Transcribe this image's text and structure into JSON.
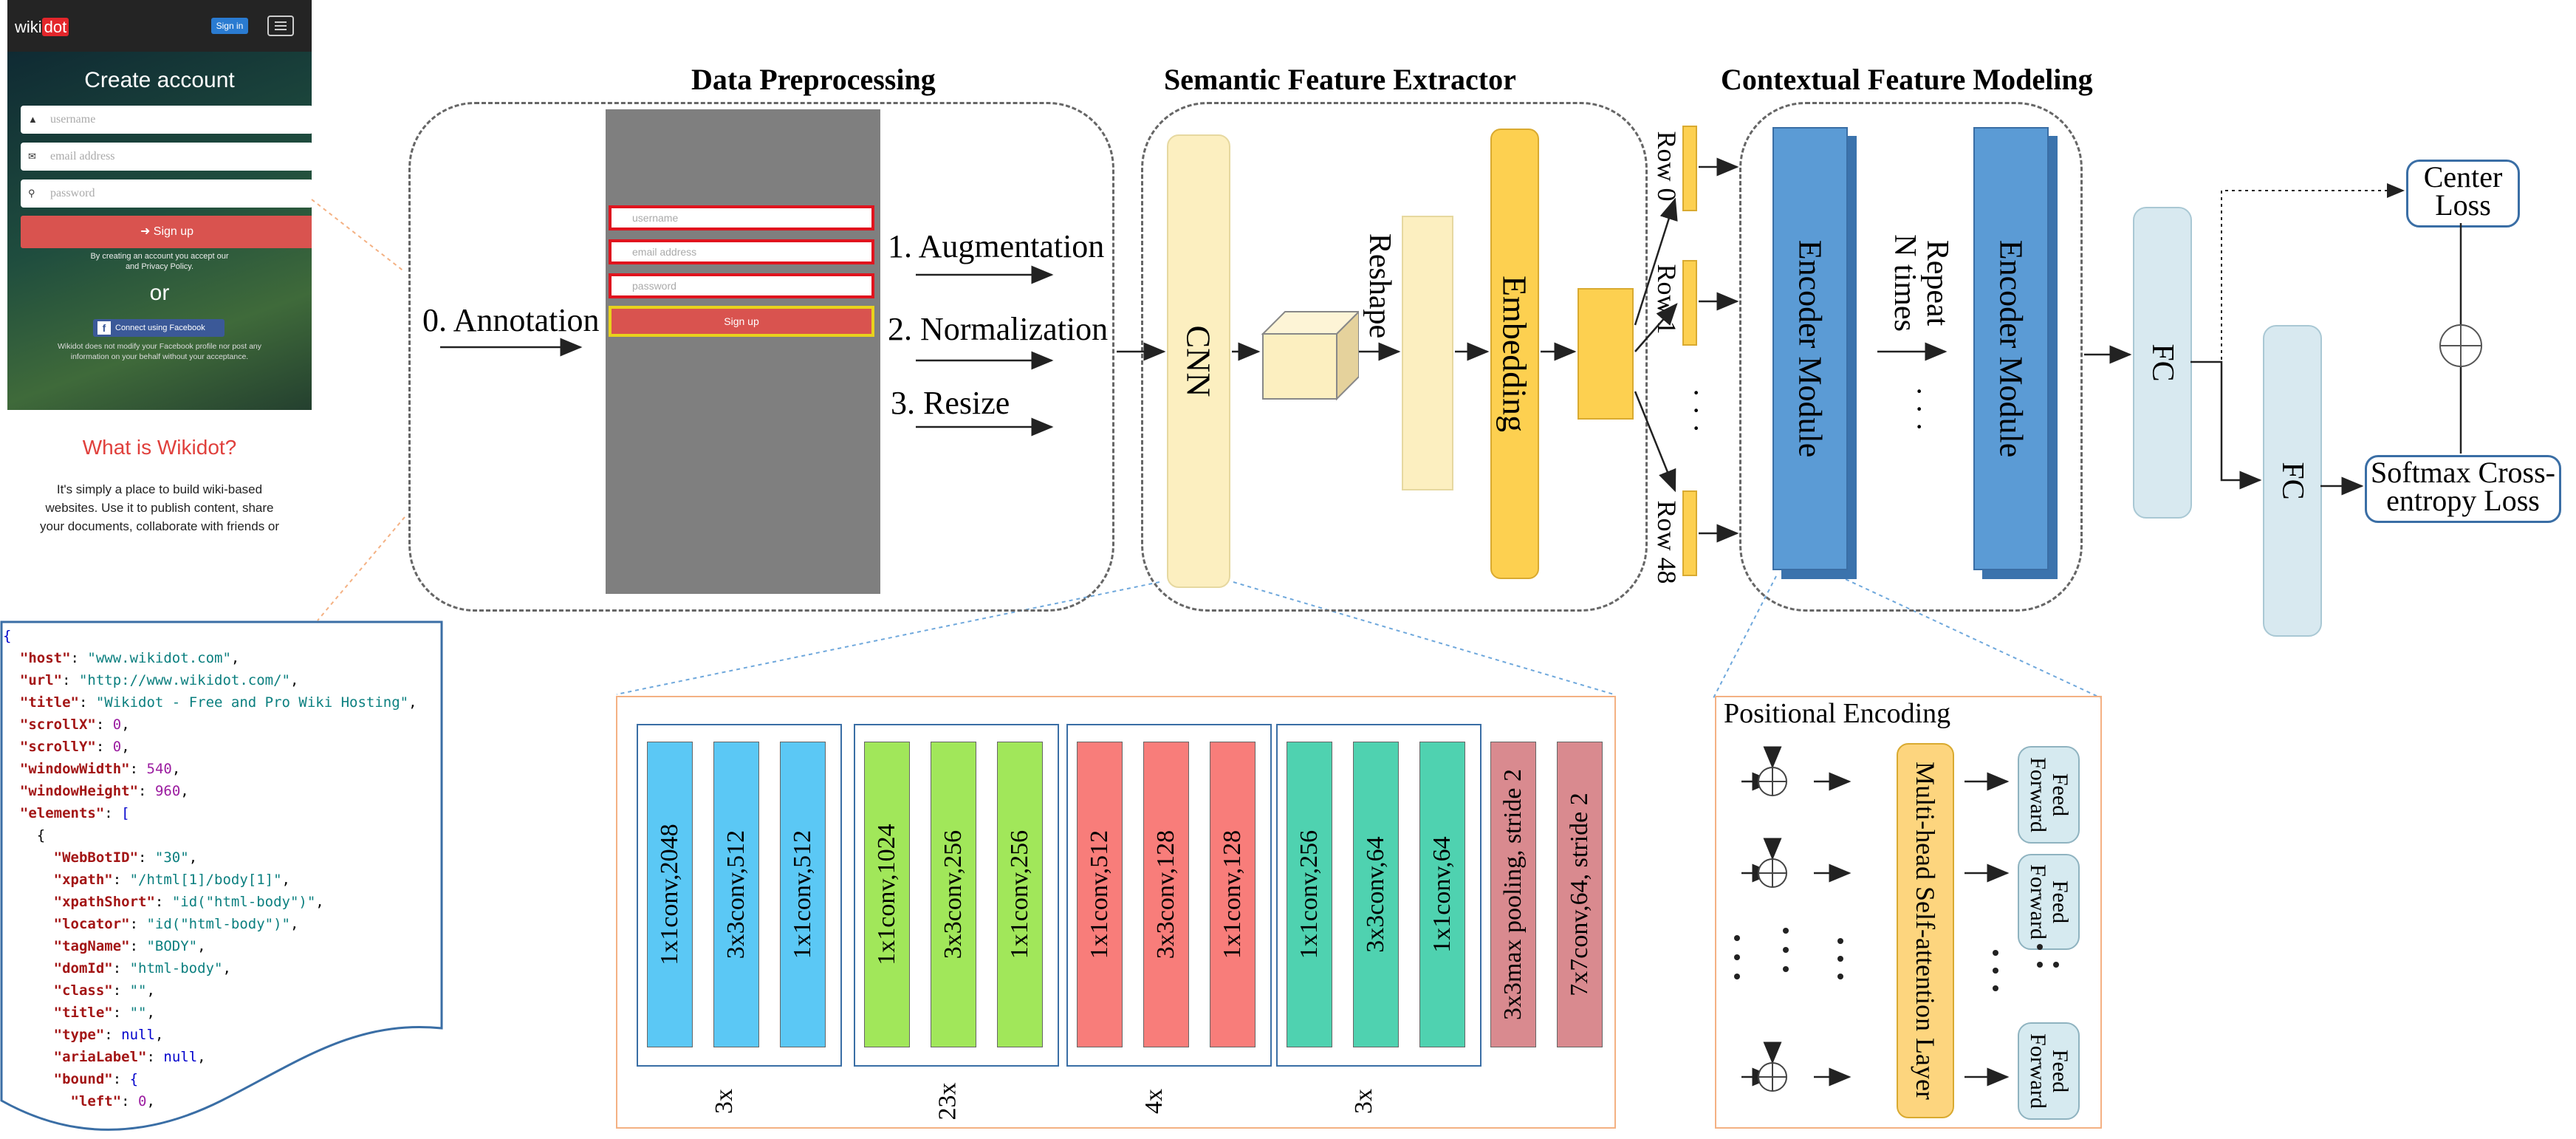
{
  "wikidot": {
    "logo_wiki": "wiki",
    "logo_dot": "dot",
    "sign_in": "Sign in",
    "create_title": "Create account",
    "username_ph": "username",
    "email_ph": "email address",
    "password_ph": "password",
    "signup": "Sign up",
    "terms_line1": "By creating an account you accept our",
    "terms_line2": "and Privacy Policy.",
    "or": "or",
    "facebook": "Connect using Facebook",
    "fb_note_1": "Wikidot does not modify your Facebook profile nor post any",
    "fb_note_2": "information on your behalf without your acceptance.",
    "what_title": "What is Wikidot?",
    "what_body_1": "It's simply a place to build wiki-based",
    "what_body_2": "websites. Use it to publish content, share",
    "what_body_3": "your documents, collaborate with friends or"
  },
  "json_doc": {
    "open": "{",
    "lines": [
      {
        "k": "\"host\"",
        "v": "\"www.wikidot.com\"",
        "t": "s",
        "ind": 1
      },
      {
        "k": "\"url\"",
        "v": "\"http://www.wikidot.com/\"",
        "t": "s",
        "ind": 1
      },
      {
        "k": "\"title\"",
        "v": "\"Wikidot - Free and Pro Wiki Hosting\"",
        "t": "s",
        "ind": 1
      },
      {
        "k": "\"scrollX\"",
        "v": "0",
        "t": "n",
        "ind": 1
      },
      {
        "k": "\"scrollY\"",
        "v": "0",
        "t": "n",
        "ind": 1
      },
      {
        "k": "\"windowWidth\"",
        "v": "540",
        "t": "n",
        "ind": 1
      },
      {
        "k": "\"windowHeight\"",
        "v": "960",
        "t": "n",
        "ind": 1
      },
      {
        "k": "\"elements\"",
        "v": "[",
        "t": "nl",
        "ind": 1
      },
      {
        "k": "",
        "v": "{",
        "t": "p",
        "ind": 2
      },
      {
        "k": "\"WebBotID\"",
        "v": "\"30\"",
        "t": "s",
        "ind": 3
      },
      {
        "k": "\"xpath\"",
        "v": "\"/html[1]/body[1]\"",
        "t": "s",
        "ind": 3
      },
      {
        "k": "\"xpathShort\"",
        "v": "\"id(\"html-body\")\"",
        "t": "s",
        "ind": 3
      },
      {
        "k": "\"locator\"",
        "v": "\"id(\"html-body\")\"",
        "t": "s",
        "ind": 3
      },
      {
        "k": "\"tagName\"",
        "v": "\"BODY\"",
        "t": "s",
        "ind": 3
      },
      {
        "k": "\"domId\"",
        "v": "\"html-body\"",
        "t": "s",
        "ind": 3
      },
      {
        "k": "\"class\"",
        "v": "\"\"",
        "t": "s",
        "ind": 3
      },
      {
        "k": "\"title\"",
        "v": "\"\"",
        "t": "s",
        "ind": 3
      },
      {
        "k": "\"type\"",
        "v": "null",
        "t": "nl",
        "ind": 3
      },
      {
        "k": "\"ariaLabel\"",
        "v": "null",
        "t": "nl",
        "ind": 3
      },
      {
        "k": "\"bound\"",
        "v": "{",
        "t": "nl",
        "ind": 3
      },
      {
        "k": "\"left\"",
        "v": "0",
        "t": "n",
        "ind": 4
      }
    ]
  },
  "sections": {
    "preprocessing": "Data Preprocessing",
    "semantic": "Semantic Feature Extractor",
    "contextual": "Contextual Feature Modeling"
  },
  "preprocessing": {
    "annotation": "0. Annotation",
    "steps": [
      "1. Augmentation",
      "2. Normalization",
      "3. Resize"
    ],
    "mock": {
      "username": "username",
      "email": "email address",
      "password": "password",
      "signup": "Sign up"
    }
  },
  "extractor": {
    "cnn": "CNN",
    "reshape": "Reshape",
    "embedding": "Embedding"
  },
  "contextual": {
    "rows": [
      "Row 0",
      "Row 1",
      "Row 48"
    ],
    "encoder": "Encoder Module",
    "repeat_1": "Repeat",
    "repeat_2": "N times"
  },
  "heads": {
    "fc": "FC",
    "center_loss_1": "Center",
    "center_loss_2": "Loss",
    "softmax_1": "Softmax Cross-",
    "softmax_2": "entropy Loss"
  },
  "cnn_detail": {
    "groups": [
      {
        "layers": [
          "1x1conv,2048",
          "3x3conv,512",
          "1x1conv,512"
        ],
        "mult": "3x",
        "color": "#5bc8f5"
      },
      {
        "layers": [
          "1x1conv,1024",
          "3x3conv,256",
          "1x1conv,256"
        ],
        "mult": "23x",
        "color": "#a1e75a"
      },
      {
        "layers": [
          "1x1conv,512",
          "3x3conv,128",
          "1x1conv,128"
        ],
        "mult": "4x",
        "color": "#f87d7a"
      },
      {
        "layers": [
          "1x1conv,256",
          "3x3conv,64",
          "1x1conv,64"
        ],
        "mult": "3x",
        "color": "#4fd2b0"
      }
    ],
    "pool": "3x3max pooling, stride 2",
    "stem": "7x7conv,64, stride 2",
    "pool_color": "#d98a8f"
  },
  "encoder_detail": {
    "title": "Positional Encoding",
    "attention": "Multi-head Self-attention Layer",
    "ff_1": "Feed",
    "ff_2": "Forward"
  },
  "colors": {
    "cream": "#fcefc0",
    "gold": "#fdd050",
    "blue": "#5b9bd5",
    "orange_border": "#f4b183",
    "wikidot_red": "#d9534f"
  }
}
